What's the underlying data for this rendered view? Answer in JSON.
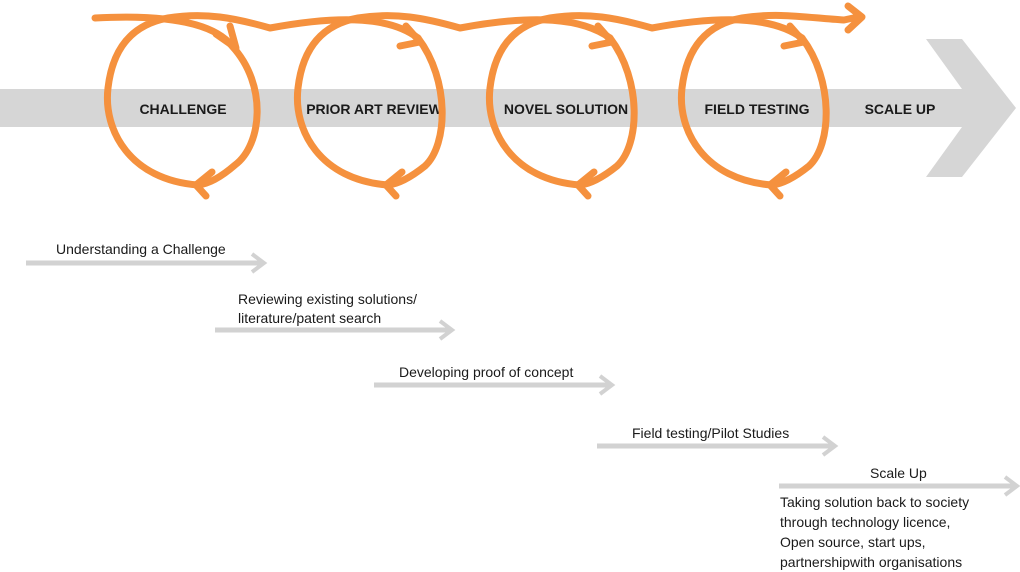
{
  "colors": {
    "main_arrow": "#d6d6d6",
    "loop": "#f5913e",
    "step_arrow": "#d2d2d2",
    "text": "#1a1a1a"
  },
  "stages": [
    {
      "label": "CHALLENGE"
    },
    {
      "label": "PRIOR ART REVIEW"
    },
    {
      "label": "NOVEL SOLUTION"
    },
    {
      "label": "FIELD TESTING"
    },
    {
      "label": "SCALE UP"
    }
  ],
  "steps": [
    {
      "lines": [
        "Understanding a Challenge"
      ]
    },
    {
      "lines": [
        "Reviewing existing solutions/",
        "literature/patent search"
      ]
    },
    {
      "lines": [
        "Developing proof of concept"
      ]
    },
    {
      "lines": [
        "Field testing/Pilot Studies"
      ]
    },
    {
      "lines": [
        "Scale Up"
      ]
    }
  ],
  "scale_up_description": [
    "Taking solution back to society",
    "through technology licence,",
    "Open source, start ups,",
    "partnershipwith organisations"
  ]
}
